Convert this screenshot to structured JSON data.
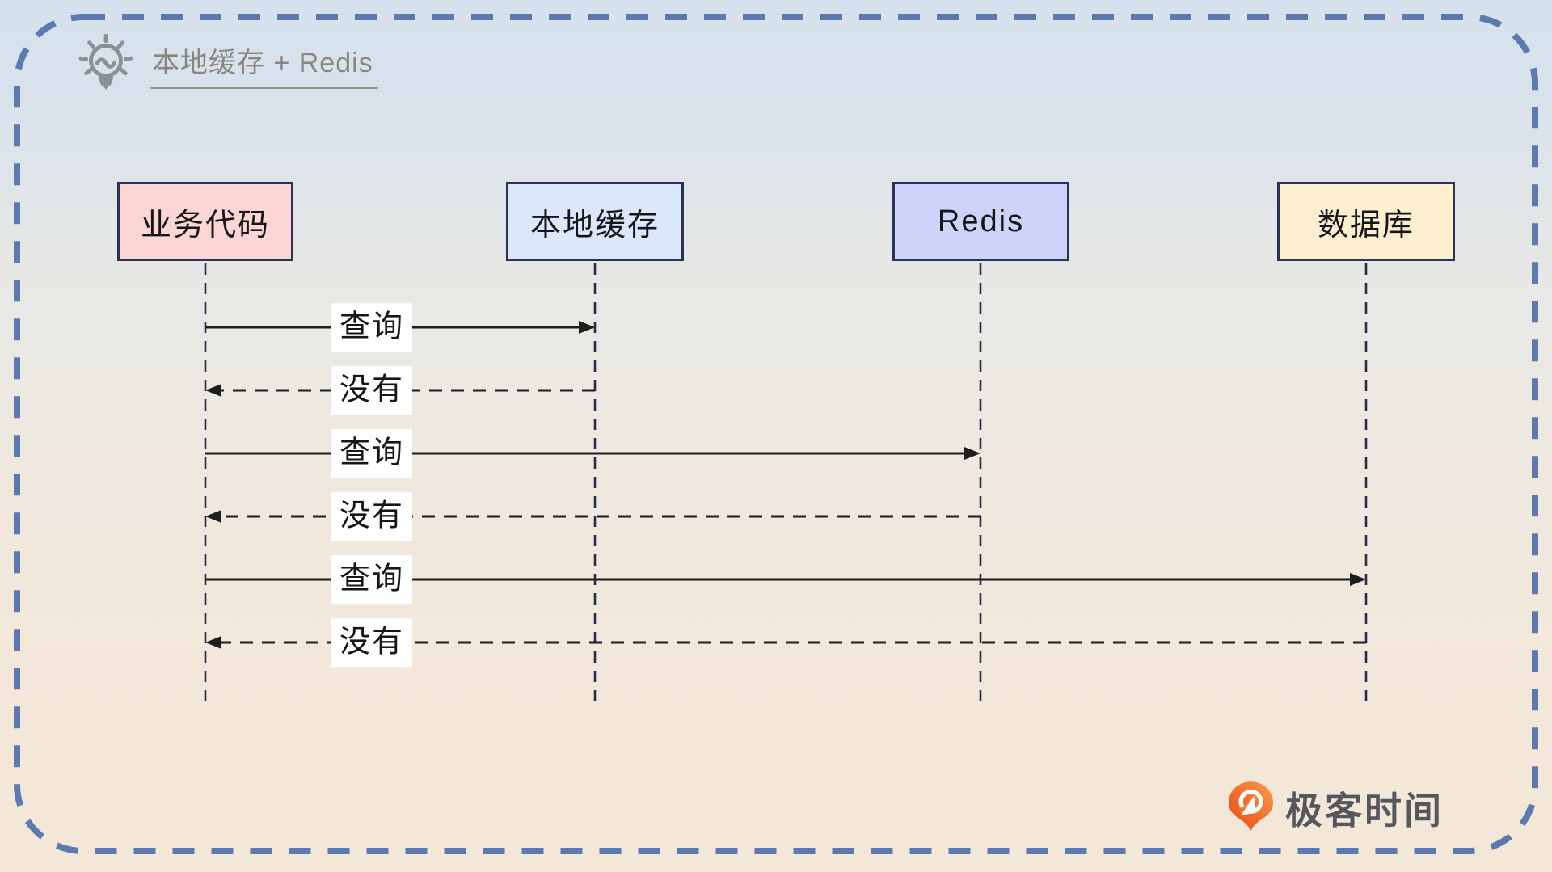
{
  "title": {
    "text": "本地缓存 + Redis",
    "icon": "lightbulb-icon"
  },
  "actors": [
    {
      "label": "业务代码",
      "fill": "#fbd6d3"
    },
    {
      "label": "本地缓存",
      "fill": "#dbe7fa"
    },
    {
      "label": "Redis",
      "fill": "#ced3f9"
    },
    {
      "label": "数据库",
      "fill": "#fdeecf"
    }
  ],
  "messages": [
    {
      "label": "查询",
      "from": 0,
      "to": 1,
      "style": "solid"
    },
    {
      "label": "没有",
      "from": 1,
      "to": 0,
      "style": "dashed"
    },
    {
      "label": "查询",
      "from": 0,
      "to": 2,
      "style": "solid"
    },
    {
      "label": "没有",
      "from": 2,
      "to": 0,
      "style": "dashed"
    },
    {
      "label": "查询",
      "from": 0,
      "to": 3,
      "style": "solid"
    },
    {
      "label": "没有",
      "from": 3,
      "to": 0,
      "style": "dashed"
    }
  ],
  "logo": {
    "text": "极客时间",
    "icon": "geektime-icon"
  },
  "colors": {
    "outer_border": "#5d7ab0",
    "box_border": "#2b3259",
    "message_line": "#1e1e1e",
    "lifeline": "#272d4d",
    "title_text": "#8a867f",
    "logo_orange_dark": "#e84a0d",
    "logo_orange_light": "#fb9b4e",
    "logo_text": "#54575c",
    "bg_top": "#d5e1ed",
    "bg_bottom": "#f3e7d8"
  }
}
